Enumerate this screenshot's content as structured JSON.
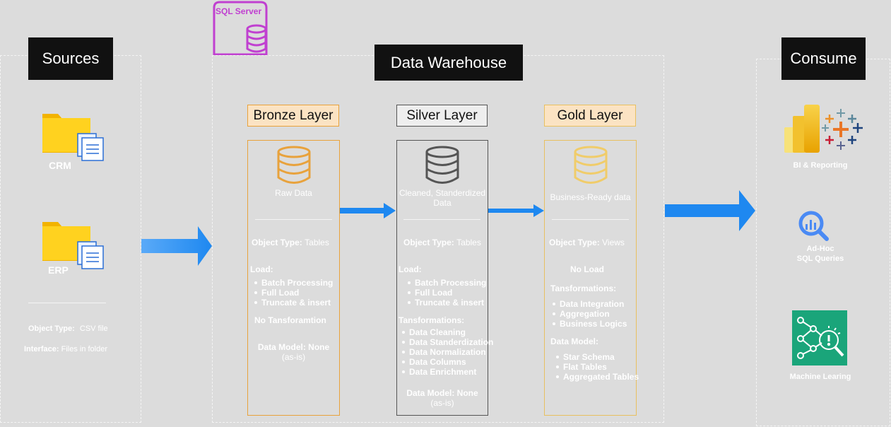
{
  "sources": {
    "title": "Sources",
    "items": [
      {
        "label": "CRM"
      },
      {
        "label": "ERP"
      }
    ],
    "object_type_label": "Object Type:",
    "object_type_value": "CSV file",
    "interface_label": "Interface:",
    "interface_value": "Files in folder"
  },
  "sql_server": {
    "label": "SQL Server",
    "color": "#c040d0"
  },
  "warehouse": {
    "title": "Data Warehouse",
    "bronze": {
      "title": "Bronze Layer",
      "desc": "Raw Data",
      "object_type_label": "Object Type:",
      "object_type_value": "Tables",
      "load_label": "Load:",
      "load_items": [
        "Batch Processing",
        "Full Load",
        "Truncate & insert"
      ],
      "no_transform": "No Tansforamtion",
      "data_model_line1": "Data Model: None",
      "data_model_line2": "(as-is)",
      "accent": "#e8a23c",
      "fill": "#fbe3c3"
    },
    "silver": {
      "title": "Silver Layer",
      "desc_line1": "Cleaned, Standerdized",
      "desc_line2": "Data",
      "object_type_label": "Object Type:",
      "object_type_value": "Tables",
      "load_label": "Load:",
      "load_items": [
        "Batch Processing",
        "Full Load",
        "Truncate & insert"
      ],
      "transform_label": "Tansformations:",
      "transform_items": [
        "Data Cleaning",
        "Data Standerdization",
        "Data Normalization",
        "Data Columns",
        "Data Enrichment"
      ],
      "data_model_line1": "Data Model: None",
      "data_model_line2": "(as-is)",
      "accent": "#555555",
      "fill": "#eeeeee"
    },
    "gold": {
      "title": "Gold Layer",
      "desc": "Business-Ready data",
      "object_type_label": "Object Type:",
      "object_type_value": "Views",
      "no_load": "No Load",
      "transform_label": "Tansformations:",
      "transform_items": [
        "Data Integration",
        "Aggregation",
        "Business Logics"
      ],
      "data_model_label": "Data Model:",
      "data_model_items": [
        "Star Schema",
        "Flat Tables",
        "Aggregated Tables"
      ],
      "accent": "#e8c060",
      "fill": "#fbe3c3"
    }
  },
  "consume": {
    "title": "Consume",
    "items": [
      {
        "label": "BI & Reporting",
        "icon": "powerbi-tableau-icon"
      },
      {
        "label_line1": "Ad-Hoc",
        "label_line2": "SQL Queries",
        "icon": "search-chart-icon"
      },
      {
        "label": "Machine Learing",
        "icon": "ml-icon"
      }
    ]
  },
  "colors": {
    "background": "#dcdcdc",
    "arrow": "#1e88f0",
    "title_bg": "#111111"
  }
}
